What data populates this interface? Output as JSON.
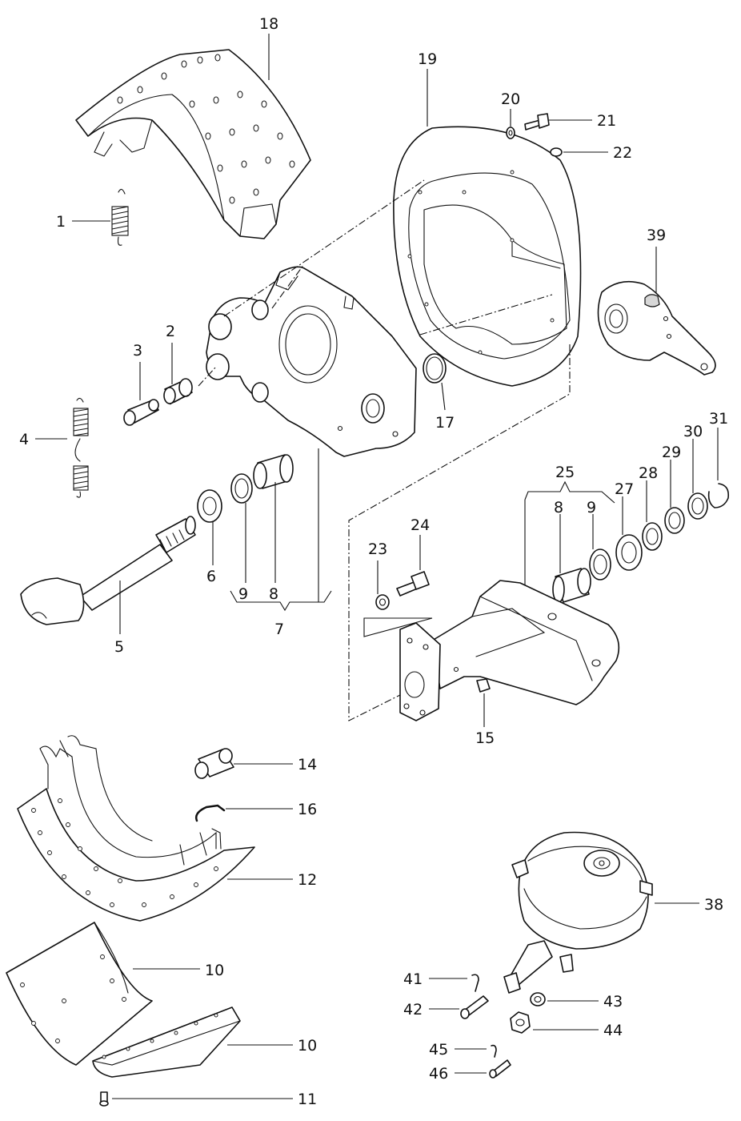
{
  "callouts": {
    "c1": "1",
    "c2": "2",
    "c3": "3",
    "c4": "4",
    "c5": "5",
    "c6": "6",
    "c7": "7",
    "c8a": "8",
    "c8b": "8",
    "c9a": "9",
    "c9b": "9",
    "c10a": "10",
    "c10b": "10",
    "c11": "11",
    "c12": "12",
    "c14": "14",
    "c15": "15",
    "c16": "16",
    "c17": "17",
    "c18": "18",
    "c19": "19",
    "c20": "20",
    "c21": "21",
    "c22": "22",
    "c23": "23",
    "c24": "24",
    "c25": "25",
    "c27": "27",
    "c28": "28",
    "c29": "29",
    "c30": "30",
    "c31": "31",
    "c38": "38",
    "c39": "39",
    "c41": "41",
    "c42": "42",
    "c43": "43",
    "c44": "44",
    "c45": "45",
    "c46": "46"
  }
}
